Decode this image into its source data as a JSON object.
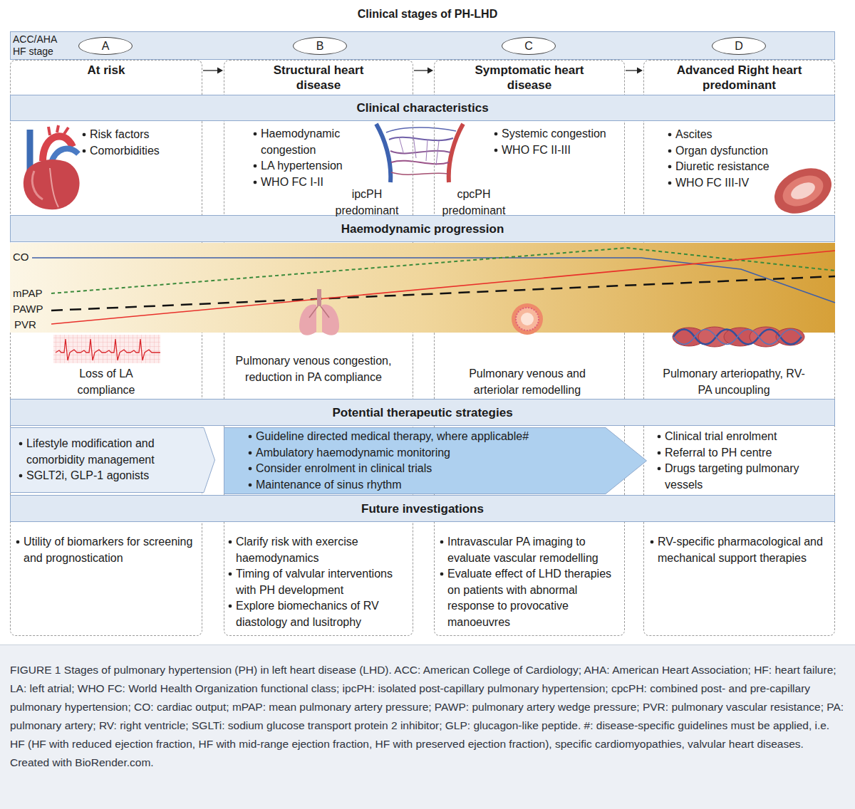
{
  "diagram": {
    "title": "Clinical stages of PH-LHD",
    "caption": "FIGURE 1 Stages of pulmonary hypertension (PH) in left heart disease (LHD). ACC: American College of Cardiology; AHA: American Heart Association; HF: heart failure; LA: left atrial; WHO FC: World Health Organization functional class; ipcPH: isolated post-capillary pulmonary hypertension; cpcPH: combined post- and pre-capillary pulmonary hypertension; CO: cardiac output; mPAP: mean pulmonary artery pressure; PAWP: pulmonary artery wedge pressure; PVR: pulmonary vascular resistance; PA: pulmonary artery; RV: right ventricle; SGLTi: sodium glucose transport protein 2 inhibitor; GLP: glucagon-like peptide. #: disease-specific guidelines must be applied, i.e. HF (HF with reduced ejection fraction, HF with mid-range ejection fraction, HF with preserved ejection fraction), specific cardiomyopathies, valvular heart diseases. Created with BioRender.com.",
    "nodes": [
      {
        "text": [
          "ACC/AHA HF stage"
        ]
      },
      {
        "text": [
          "A"
        ],
        "in": 0
      },
      {
        "text": [
          "B"
        ],
        "in": 0
      },
      {
        "text": [
          "C"
        ],
        "in": 0
      },
      {
        "text": [
          "D"
        ],
        "in": 0
      },
      {
        "text": [
          "At risk"
        ]
      },
      {
        "text": [
          "Structural heart disease"
        ]
      },
      {
        "text": [
          "Symptomatic heart disease"
        ]
      },
      {
        "text": [
          "Advanced Right heart predominant"
        ]
      },
      {
        "text": [
          "Clinical characteristics"
        ]
      },
      {
        "text": [
          "Haemodynamic progression"
        ]
      },
      {
        "text": [
          "Potential therapeutic strategies"
        ]
      },
      {
        "text": [
          "Future investigations"
        ]
      },
      {
        "text": [
          "Lifestyle modification and comorbidity management",
          "SGLT2i, GLP-1 agonists"
        ]
      },
      {
        "text": [
          "Guideline directed medical therapy, where applicable#",
          "Ambulatory haemodynamic monitoring",
          "Consider enrolment in clinical trials",
          "Maintenance of sinus rhythm"
        ]
      }
    ],
    "edges": [
      {
        "from": 5,
        "to": 6,
        "arrow": "to"
      },
      {
        "from": 6,
        "to": 7,
        "arrow": "to"
      },
      {
        "from": 7,
        "to": 8,
        "arrow": "to"
      }
    ],
    "labels": [
      "Risk factors",
      "Comorbidities",
      "Haemodynamic congestion",
      "LA hypertension",
      "WHO FC I-II",
      "ipcPH predominant",
      "cpcPH predominant",
      "Systemic congestion",
      "WHO FC II-III",
      "Ascites",
      "Organ dysfunction",
      "Diuretic resistance",
      "WHO FC III-IV",
      "CO",
      "mPAP",
      "PAWP",
      "PVR",
      "Loss of LA compliance",
      "Pulmonary venous congestion, reduction in PA compliance",
      "Pulmonary venous and arteriolar remodelling",
      "Pulmonary arteriopathy, RV-PA uncoupling",
      "Clinical trial enrolment",
      "Referral to PH centre",
      "Drugs targeting pulmonary vessels",
      "Utility of biomarkers for screening and prognostication",
      "Clarify risk with exercise haemodynamics",
      "Timing of valvular interventions with PH development",
      "Explore biomechanics of RV diastology and lusitrophy",
      "Intravascular PA imaging to evaluate vascular remodelling",
      "Evaluate effect of LHD therapies on patients with abnormal response to provocative manoeuvres",
      "RV-specific pharmacological and mechanical support therapies"
    ]
  }
}
